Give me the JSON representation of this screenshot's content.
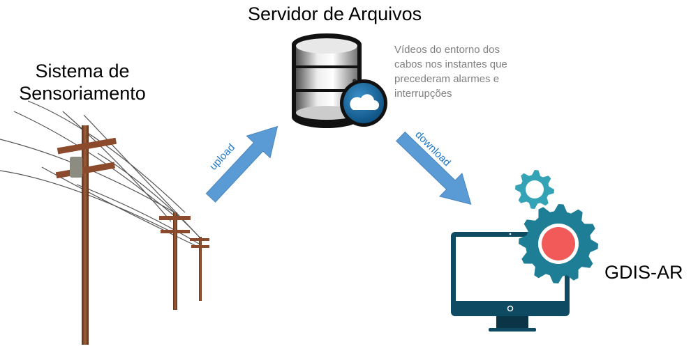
{
  "nodes": {
    "sensor_system": "Sistema de Sensoriamento",
    "sensor_system_line1": "Sistema de",
    "sensor_system_line2": "Sensoriamento",
    "file_server": "Servidor de Arquivos",
    "gdis": "GDIS-AR"
  },
  "server_note": "Vídeos do entorno dos cabos nos instantes que precederam alarmes e interrupções",
  "edges": {
    "upload": "upload",
    "download": "download"
  },
  "colors": {
    "arrow": "#5b9bd5",
    "arrow_label": "#1f78c8",
    "gear_large": "#1e7e96",
    "gear_small": "#35a3b6",
    "gear_center": "#f25a5a",
    "monitor": "#0f4a63",
    "pole": "#8b4a2b"
  }
}
